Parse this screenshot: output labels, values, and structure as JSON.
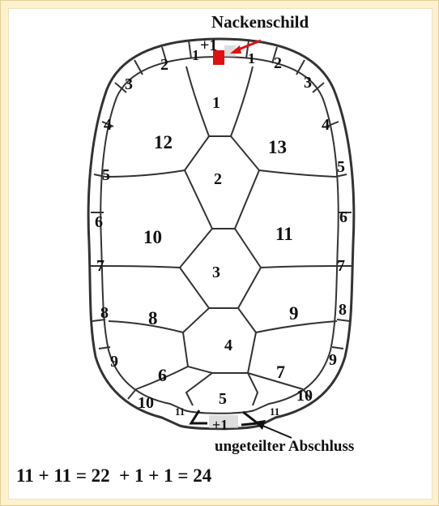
{
  "labels": {
    "neck_shield": "Nackenschild",
    "plus_one_top": "+1",
    "plus_one_bottom": "+1",
    "undivided_end": "ungeteilter Abschluss"
  },
  "formula": "11 + 11 = 22  + 1 + 1 = 24",
  "vertebral_numbers": [
    "1",
    "2",
    "3",
    "4",
    "5"
  ],
  "costal_numbers": [
    "12",
    "13",
    "10",
    "11",
    "8",
    "9",
    "6",
    "7"
  ],
  "marginal_left": [
    "1",
    "2",
    "3",
    "4",
    "5",
    "6",
    "7",
    "8",
    "9",
    "10",
    "11"
  ],
  "marginal_right": [
    "1",
    "2",
    "3",
    "4",
    "5",
    "6",
    "7",
    "8",
    "9",
    "10",
    "11"
  ],
  "colors": {
    "background": "#fdf1cf",
    "panel": "#ffffff",
    "outline": "#333333",
    "neck_shield_marker": "#e01010",
    "pointer_arrow": "#e01010"
  }
}
